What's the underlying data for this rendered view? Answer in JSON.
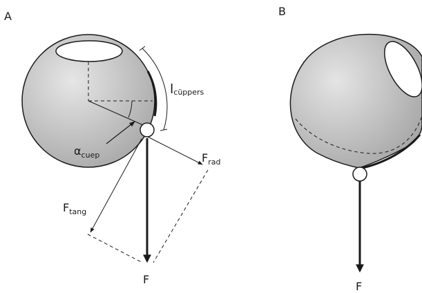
{
  "panel_a": {
    "label": "A",
    "l_symbol": "l",
    "l_subscript": "cüppers",
    "alpha_symbol": "α",
    "alpha_subscript": "cuep",
    "f_rad": "F",
    "f_rad_sub": "rad",
    "f_tang": "F",
    "f_tang_sub": "tang",
    "f_label": "F"
  },
  "panel_b": {
    "label": "B",
    "f_label": "F"
  }
}
